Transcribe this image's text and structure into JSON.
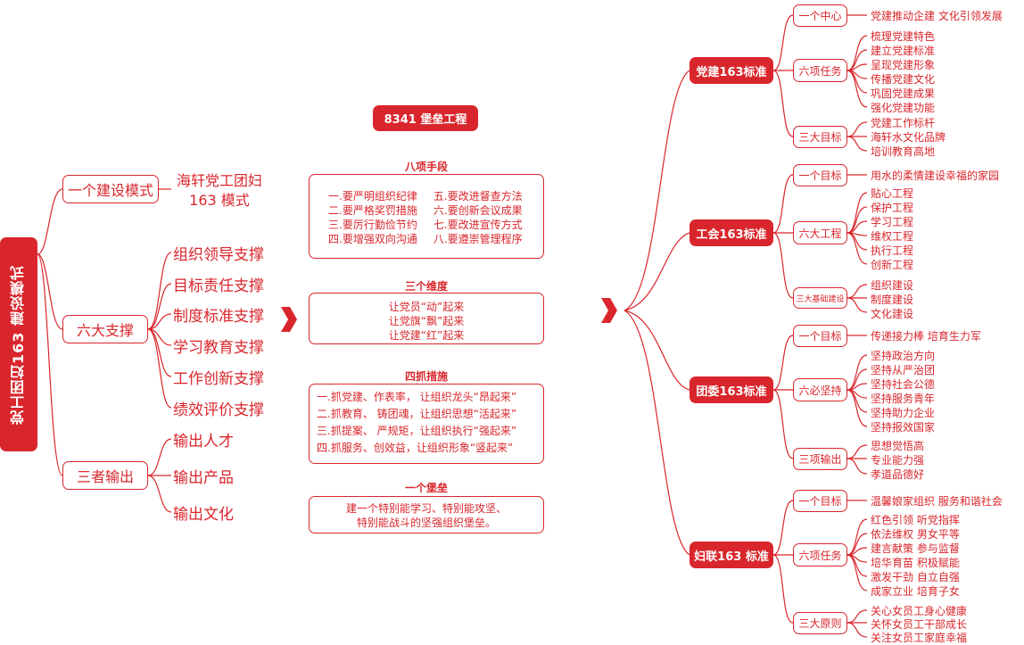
{
  "root": {
    "title": "党工团妇163 建设模式"
  },
  "left": {
    "branch1": {
      "label": "一个建设模式",
      "leaf_line1": "海轩党工团妇",
      "leaf_line2": "163 模式"
    },
    "branch2": {
      "label": "六大支撑",
      "leaves": [
        "组织领导支撑",
        "目标责任支撑",
        "制度标准支撑",
        "学习教育支撑",
        "工作创新支撑",
        "绩效评价支撑"
      ]
    },
    "branch3": {
      "label": "三者输出",
      "leaves": [
        "输出人才",
        "输出产品",
        "输出文化"
      ]
    }
  },
  "middle": {
    "title": "8341 堡垒工程",
    "eight": {
      "heading": "八项手段",
      "col1": [
        "一.要严明组织纪律",
        "二.要严格奖罚措施",
        "三.要厉行勤俭节约",
        "四.要增强双向沟通"
      ],
      "col2": [
        "五.要改进督查方法",
        "六.要创新会议成果",
        "七.要改进宣传方式",
        "八.要遵崇管理程序"
      ]
    },
    "three": {
      "heading": "三个维度",
      "lines": [
        "让党员“动”起来",
        "让党旗“飘”起来",
        "让党建“红”起来"
      ]
    },
    "four": {
      "heading": "四抓措施",
      "lines": [
        "一.抓党建、作表率， 让组织龙头“昂起来”",
        "二.抓教育、 铸团魂，让组织思想“活起来”",
        "三.抓提案、 严规矩，让组织执行“强起来”",
        "四.抓服务、创效益，让组织形象“竖起来”"
      ]
    },
    "one": {
      "heading": "一个堡垒",
      "lines": [
        "建一个特别能学习、特别能攻坚、",
        "特别能战斗的坚强组织堡垒。"
      ]
    }
  },
  "right": {
    "party": {
      "label": "党建163标准",
      "g1": {
        "label": "一个中心",
        "items": [
          "党建推动企建 文化引领发展"
        ]
      },
      "g2": {
        "label": "六项任务",
        "items": [
          "梳理党建特色",
          "建立党建标准",
          "呈现党建形象",
          "传播党建文化",
          "巩固党建成果",
          "强化党建功能"
        ]
      },
      "g3": {
        "label": "三大目标",
        "items": [
          "党建工作标杆",
          "海轩水文化品牌",
          "培训教育高地"
        ]
      }
    },
    "union": {
      "label": "工会163标准",
      "g1": {
        "label": "一个目标",
        "items": [
          "用水的柔情建设幸福的家园"
        ]
      },
      "g2": {
        "label": "六大工程",
        "items": [
          "贴心工程",
          "保护工程",
          "学习工程",
          "维权工程",
          "执行工程",
          "创新工程"
        ]
      },
      "g3": {
        "label": "三大基础建设",
        "items": [
          "组织建设",
          "制度建设",
          "文化建设"
        ]
      }
    },
    "league": {
      "label": "团委163标准",
      "g1": {
        "label": "一个目标",
        "items": [
          "传递接力棒  培育生力军"
        ]
      },
      "g2": {
        "label": "六必坚持",
        "items": [
          "坚持政治方向",
          "坚持从严治团",
          "坚持社会公德",
          "坚持服务青年",
          "坚持助力企业",
          "坚持报效国家"
        ]
      },
      "g3": {
        "label": "三项输出",
        "items": [
          "思想觉悟高",
          "专业能力强",
          "孝道品德好"
        ]
      }
    },
    "women": {
      "label": "妇联163 标准",
      "g1": {
        "label": "一个目标",
        "items": [
          "温馨娘家组织 服务和谐社会"
        ]
      },
      "g2": {
        "label": "六项任务",
        "items": [
          "红色引领  听党指挥",
          "依法维权  男女平等",
          "建言献策  参与监督",
          "培华育苗  积极赋能",
          "激发干劲  自立自强",
          "成家立业  培育子女"
        ]
      },
      "g3": {
        "label": "三大原则",
        "items": [
          "关心女员工身心健康",
          "关怀女员工干部成长",
          "关注女员工家庭幸福"
        ]
      }
    }
  },
  "colors": {
    "accent": "#d9262c",
    "background": "#ffffff"
  },
  "icons": [
    "chevron-right-icon",
    "chevron-right-icon"
  ]
}
